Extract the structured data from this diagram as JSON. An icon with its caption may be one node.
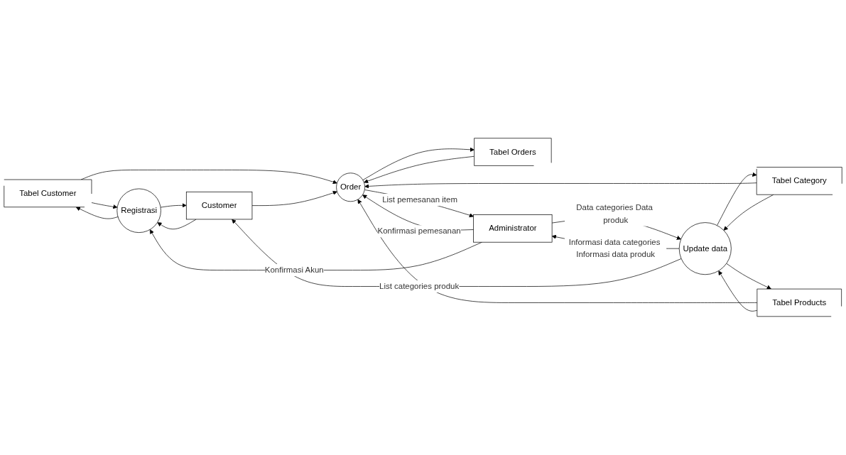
{
  "diagram": {
    "nodes": [
      {
        "text": [
          "Tabel Customer"
        ]
      },
      {
        "text": [
          "Registrasi"
        ]
      },
      {
        "text": [
          "Customer"
        ]
      },
      {
        "text": [
          "Order"
        ]
      },
      {
        "text": [
          "Tabel Category"
        ]
      },
      {
        "text": [
          "Tabel Products"
        ]
      },
      {
        "text": [
          "Tabel Orders"
        ]
      },
      {
        "text": [
          "Update data"
        ]
      },
      {
        "text": [
          "Administrator"
        ]
      }
    ],
    "edges": [
      {
        "from": 1,
        "to": 0,
        "arrow": "to"
      },
      {
        "from": 0,
        "to": 1,
        "arrow": "to"
      },
      {
        "from": 2,
        "to": 1,
        "arrow": "to"
      },
      {
        "from": 1,
        "to": 2,
        "arrow": "to"
      },
      {
        "from": 0,
        "to": 3,
        "arrow": "to"
      },
      {
        "from": 2,
        "to": 3,
        "arrow": "to"
      },
      {
        "from": 8,
        "to": 3,
        "label": "Konfirmasi pemesanan",
        "arrow": "to"
      },
      {
        "from": 3,
        "to": 8,
        "label": "List pemesanan item",
        "arrow": "to"
      },
      {
        "from": 4,
        "to": 3,
        "arrow": "to"
      },
      {
        "from": 5,
        "to": 3,
        "arrow": "to"
      },
      {
        "from": 3,
        "to": 6,
        "arrow": "to"
      },
      {
        "from": 6,
        "to": 3,
        "arrow": "to"
      },
      {
        "from": 7,
        "to": 4,
        "arrow": "to"
      },
      {
        "from": 4,
        "to": 7,
        "arrow": "to"
      },
      {
        "from": 5,
        "to": 7,
        "arrow": "to"
      },
      {
        "from": 7,
        "to": 5,
        "arrow": "to"
      },
      {
        "from": 8,
        "to": 7,
        "label": "Data categories Data produk",
        "arrow": "to"
      },
      {
        "from": 7,
        "to": 8,
        "label": "Informasi data categories Informasi data produk",
        "arrow": "to"
      },
      {
        "from": 7,
        "to": 2,
        "label": "List categories produk",
        "arrow": "to"
      },
      {
        "from": 8,
        "to": 1,
        "label": "Konfirmasi Akun",
        "arrow": "to"
      }
    ]
  }
}
